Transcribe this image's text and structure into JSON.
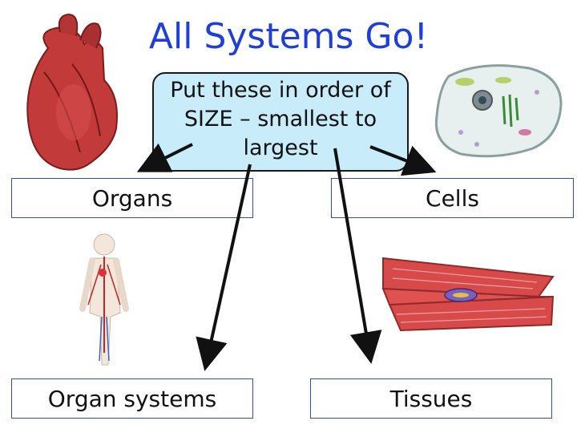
{
  "slide": {
    "title": "All Systems Go!",
    "callout_text": "Put these in order of SIZE – smallest to largest",
    "labels": {
      "organs": "Organs",
      "cells": "Cells",
      "organ_systems": "Organ systems",
      "tissues": "Tissues"
    },
    "images": [
      "heart-image",
      "animal-cell-image",
      "human-body-image",
      "muscle-tissue-image"
    ],
    "colors": {
      "title": "#1f3fd6",
      "callout_fill": "#c8ecfa",
      "box_border": "#2a4fb5",
      "arrow": "#111111"
    }
  }
}
